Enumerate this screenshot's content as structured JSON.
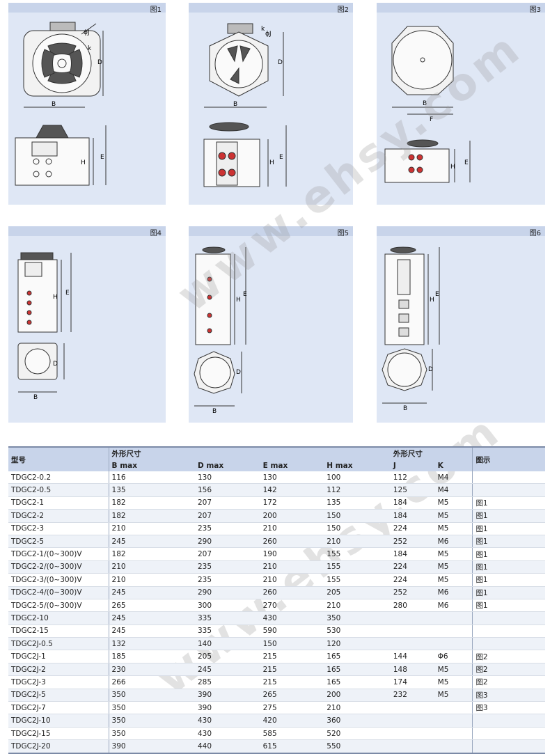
{
  "figures": [
    {
      "title": "图1"
    },
    {
      "title": "图2"
    },
    {
      "title": "图3"
    },
    {
      "title": "图4"
    },
    {
      "title": "图5"
    },
    {
      "title": "图6"
    }
  ],
  "dim_letters": {
    "B": "B",
    "D": "D",
    "E": "E",
    "H": "H",
    "F": "F",
    "J": "ϕJ",
    "K": "k"
  },
  "watermark": "www.ehsy.com",
  "table": {
    "header_model": "型号",
    "header_group1": "外形尺寸",
    "header_group2": "外形尺寸",
    "header_figure": "图示",
    "sub_headers": [
      "B max",
      "D max",
      "E max",
      "H max",
      "J",
      "K"
    ],
    "rows": [
      [
        "TDGC2-0.2",
        "116",
        "130",
        "130",
        "100",
        "112",
        "M4",
        ""
      ],
      [
        "TDGC2-0.5",
        "135",
        "156",
        "142",
        "112",
        "125",
        "M4",
        ""
      ],
      [
        "TDGC2-1",
        "182",
        "207",
        "172",
        "135",
        "184",
        "M5",
        "图1"
      ],
      [
        "TDGC2-2",
        "182",
        "207",
        "200",
        "150",
        "184",
        "M5",
        "图1"
      ],
      [
        "TDGC2-3",
        "210",
        "235",
        "210",
        "150",
        "224",
        "M5",
        "图1"
      ],
      [
        "TDGC2-5",
        "245",
        "290",
        "260",
        "210",
        "252",
        "M6",
        "图1"
      ],
      [
        "TDGC2-1/(0~300)V",
        "182",
        "207",
        "190",
        "155",
        "184",
        "M5",
        "图1"
      ],
      [
        "TDGC2-2/(0~300)V",
        "210",
        "235",
        "210",
        "155",
        "224",
        "M5",
        "图1"
      ],
      [
        "TDGC2-3/(0~300)V",
        "210",
        "235",
        "210",
        "155",
        "224",
        "M5",
        "图1"
      ],
      [
        "TDGC2-4/(0~300)V",
        "245",
        "290",
        "260",
        "205",
        "252",
        "M6",
        "图1"
      ],
      [
        "TDGC2-5/(0~300)V",
        "265",
        "300",
        "270",
        "210",
        "280",
        "M6",
        "图1"
      ],
      [
        "TDGC2-10",
        "245",
        "335",
        "430",
        "350",
        "",
        "",
        ""
      ],
      [
        "TDGC2-15",
        "245",
        "335",
        "590",
        "530",
        "",
        "",
        ""
      ],
      [
        "TDGC2J-0.5",
        "132",
        "140",
        "150",
        "120",
        "",
        "",
        ""
      ],
      [
        "TDGC2J-1",
        "185",
        "205",
        "215",
        "165",
        "144",
        "Φ6",
        "图2"
      ],
      [
        "TDGC2J-2",
        "230",
        "245",
        "215",
        "165",
        "148",
        "M5",
        "图2"
      ],
      [
        "TDGC2J-3",
        "266",
        "285",
        "215",
        "165",
        "174",
        "M5",
        "图2"
      ],
      [
        "TDGC2J-5",
        "350",
        "390",
        "265",
        "200",
        "232",
        "M5",
        "图3"
      ],
      [
        "TDGC2J-7",
        "350",
        "390",
        "275",
        "210",
        "",
        "",
        "图3"
      ],
      [
        "TDGC2J-10",
        "350",
        "430",
        "420",
        "360",
        "",
        "",
        ""
      ],
      [
        "TDGC2J-15",
        "350",
        "430",
        "585",
        "520",
        "",
        "",
        ""
      ],
      [
        "TDGC2J-20",
        "390",
        "440",
        "615",
        "550",
        "",
        "",
        ""
      ]
    ]
  }
}
